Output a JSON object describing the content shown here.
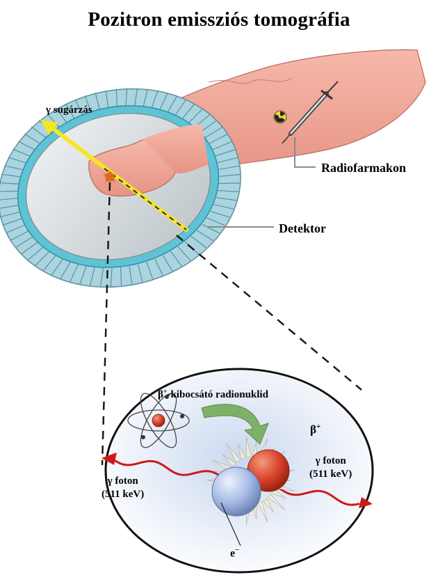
{
  "title": "Pozitron emissziós tomográfia",
  "labels": {
    "gamma_radiation": "γ sugárzás",
    "radiopharmaceutical": "Radiofarmakon",
    "detector": "Detektor",
    "emitter_symbol": "β",
    "emitter_sign": "+",
    "emitter_text": "-kibocsátó radionuklid",
    "beta_symbol": "β",
    "beta_sign": "+",
    "photon_left_line1": "γ foton",
    "photon_left_line2": "(511 keV)",
    "photon_right_line1": "γ foton",
    "photon_right_line2": "(511 keV)",
    "electron_symbol": "e",
    "electron_sign": "−"
  },
  "icons": [
    "pet-scanner-ring-icon",
    "patient-body-icon",
    "syringe-icon",
    "radiation-symbol-icon",
    "atom-icon",
    "positron-sphere-icon",
    "electron-sphere-icon"
  ],
  "colors": {
    "ring_teal": "#5fc3d6",
    "ring_outer": "#a9d4e0",
    "ring_inner": "#d7dde0",
    "skin": "#f1a89a",
    "skin_dark": "#d98676",
    "beam_yellow": "#f5e625",
    "photon_red": "#cc1a1a",
    "positron_red": "#d8422c",
    "electron_blue": "#a5bbe6",
    "arrow_green": "#7fb06a",
    "inset_bg": "#ffffff"
  }
}
